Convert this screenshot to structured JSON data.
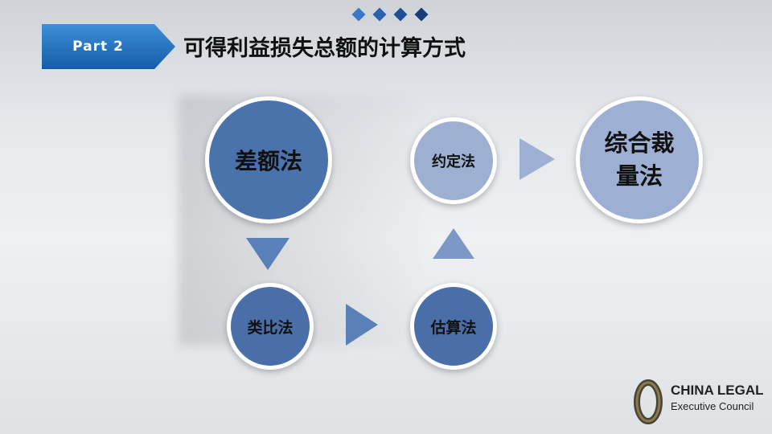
{
  "header": {
    "part_label": "Part 2",
    "title": "可得利益损失总额的计算方式",
    "diamonds": [
      "#3a78c7",
      "#2a62b0",
      "#1f4f96",
      "#173c76"
    ],
    "tab_color": "#1f6fbd"
  },
  "diagram": {
    "main": "差额法",
    "methods": [
      "类比法",
      "估算法",
      "约定法"
    ],
    "result_lines": [
      "综合裁",
      "量法"
    ],
    "arrow_color": "#5a80b8"
  },
  "logo": {
    "title": "CHINA LEGAL",
    "subtitle": "Executive Council"
  }
}
